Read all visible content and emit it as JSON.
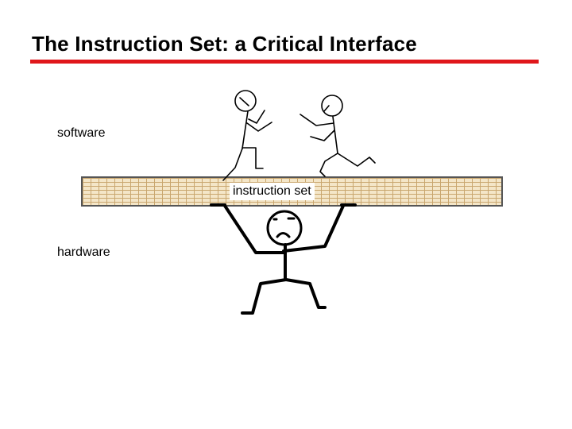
{
  "slide": {
    "title": "The Instruction Set: a Critical Interface",
    "accent_color": "#e0171b"
  },
  "labels": {
    "software": "software",
    "hardware": "hardware",
    "instruction_set": "instruction set"
  }
}
